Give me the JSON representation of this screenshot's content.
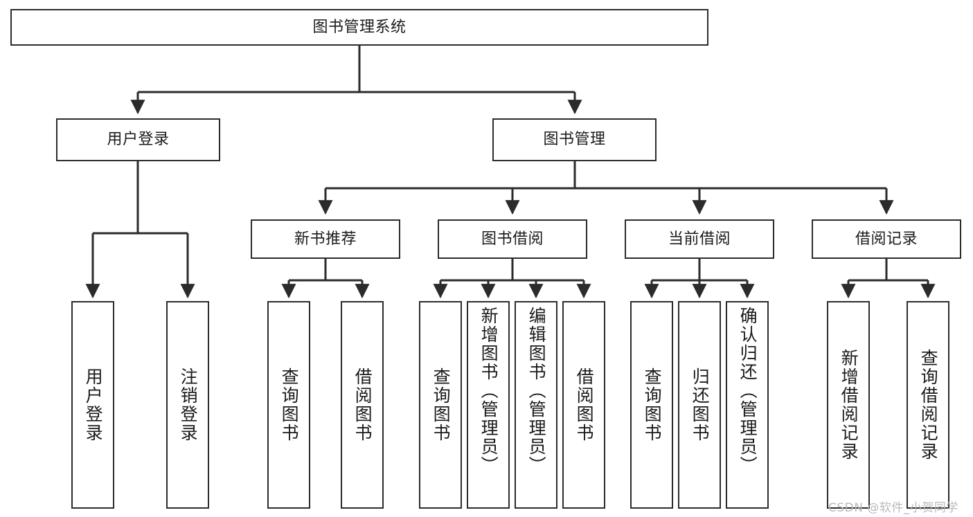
{
  "diagram": {
    "title": "图书管理系统",
    "type": "function-structure-tree",
    "watermark": "CSDN @软件_小贺同学",
    "colors": {
      "background": "#ffffff",
      "node_fill": "#ffffff",
      "node_border": "#2b2b2b",
      "edge": "#2b2b2b",
      "text": "#1a1a1a",
      "watermark": "#b9b9b9"
    },
    "root": {
      "label": "图书管理系统"
    },
    "level2": [
      {
        "label": "用户登录"
      },
      {
        "label": "图书管理"
      }
    ],
    "level3": [
      {
        "label": "新书推荐"
      },
      {
        "label": "图书借阅"
      },
      {
        "label": "当前借阅"
      },
      {
        "label": "借阅记录"
      }
    ],
    "leaves": {
      "user_login": [
        {
          "label": "用户登录"
        },
        {
          "label": "注销登录"
        }
      ],
      "new_book_recommend": [
        {
          "label": "查询图书"
        },
        {
          "label": "借阅图书"
        }
      ],
      "book_borrow": [
        {
          "label": "查询图书"
        },
        {
          "label": "新增图书（管理员）"
        },
        {
          "label": "编辑图书（管理员）"
        },
        {
          "label": "借阅图书"
        }
      ],
      "current_borrow": [
        {
          "label": "查询图书"
        },
        {
          "label": "归还图书"
        },
        {
          "label": "确认归还（管理员）"
        }
      ],
      "borrow_record": [
        {
          "label": "新增借阅记录"
        },
        {
          "label": "查询借阅记录"
        }
      ]
    }
  }
}
